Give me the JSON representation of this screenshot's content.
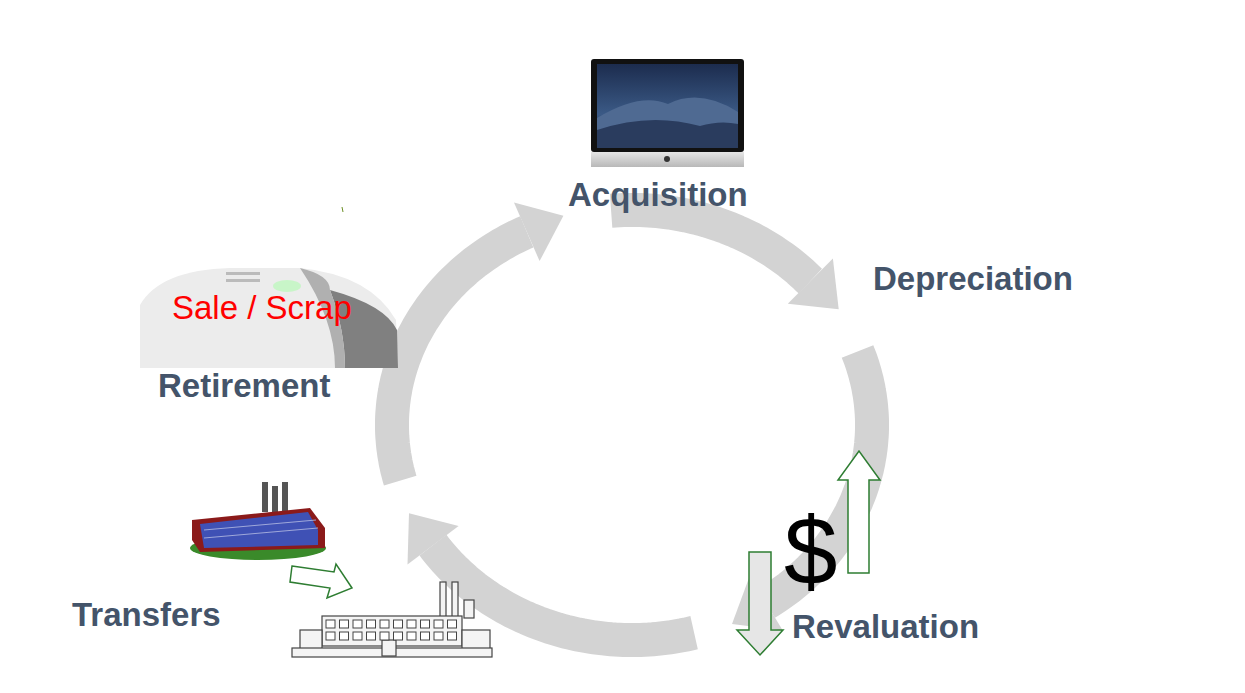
{
  "diagram": {
    "labels": [
      "Acquisition",
      "Depreciation",
      "$",
      "Revaluation",
      "Sale / Scrap",
      "Retirement",
      "Transfers"
    ]
  }
}
